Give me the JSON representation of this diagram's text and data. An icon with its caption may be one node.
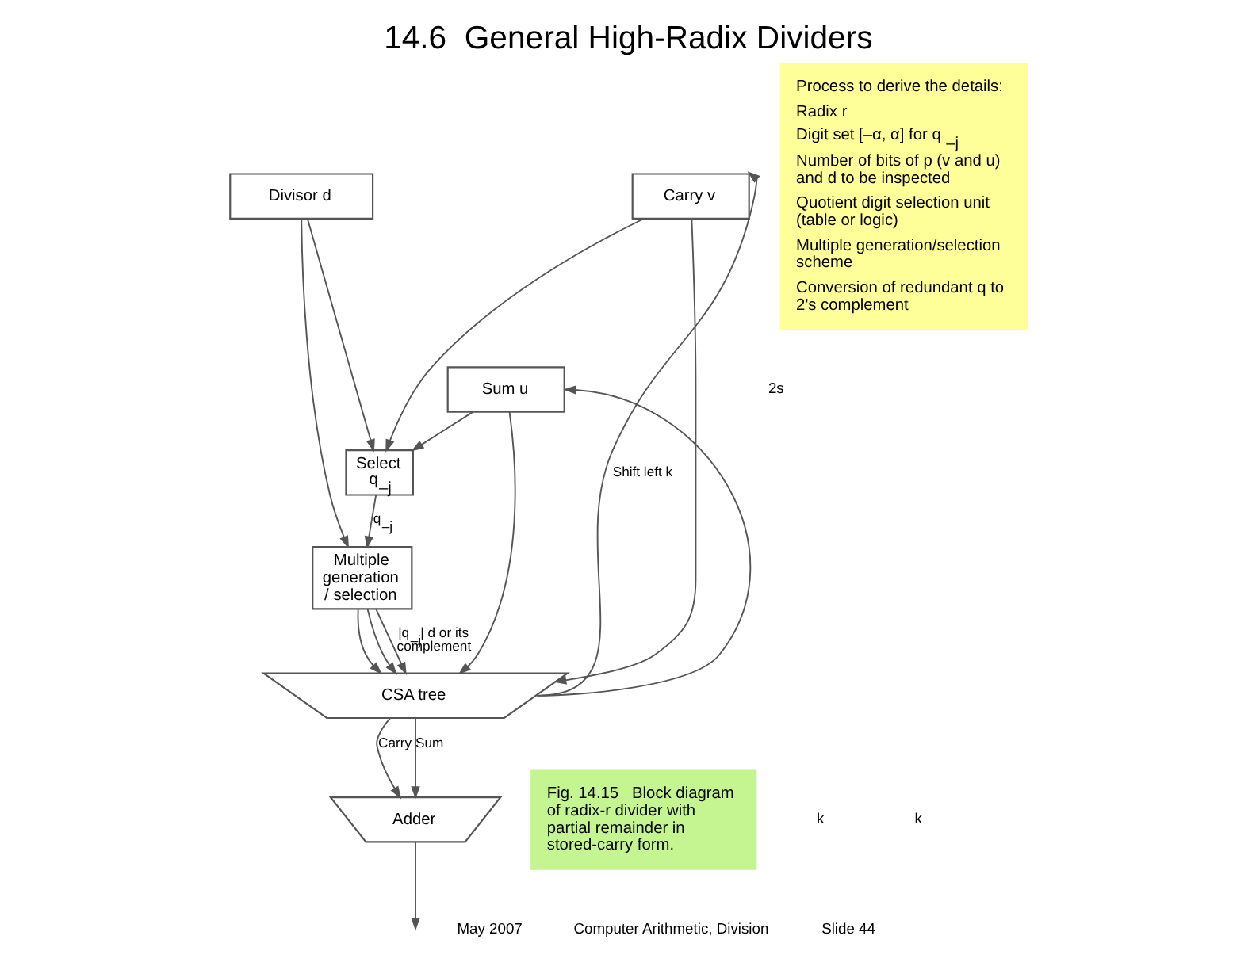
{
  "diagram": {
    "title": "14.6  General High-Radix Dividers",
    "nodes": [
      {
        "text": [
          "Divisor d"
        ]
      },
      {
        "text": [
          "Carry v"
        ]
      },
      {
        "text": [
          "Sum u"
        ]
      },
      {
        "text": [
          "Multiple generation / selection"
        ]
      },
      {
        "text": [
          "Select q$_{–j}$"
        ]
      },
      {
        "text": [
          "CSA tree"
        ]
      },
      {
        "text": [
          "Adder"
        ]
      },
      {
        "text": [
          "Process to derive the details:",
          "Radix r",
          "Digit set [–α, α] for q$_{–j}$",
          "Number of bits of p (v and u) and d to be inspected",
          "Quotient digit selection unit (table or logic)",
          "Multiple generation/selection scheme",
          "Conversion of redundant q to 2's complement"
        ]
      },
      {
        "text": [
          "Fig. 14.15   Block diagram of radix-r divider with partial remainder in stored-carry form."
        ]
      }
    ],
    "edges": [
      {
        "from": 0,
        "to": 3,
        "arrow": "to"
      },
      {
        "from": 0,
        "to": 4,
        "arrow": "to"
      },
      {
        "from": 1,
        "to": 4,
        "arrow": "to"
      },
      {
        "from": 2,
        "to": 4,
        "arrow": "to"
      },
      {
        "from": 4,
        "to": 3,
        "arrow": "to",
        "label": "q$_{–j}$"
      },
      {
        "from": 3,
        "to": 5,
        "arrow": "to"
      },
      {
        "from": 3,
        "to": 5,
        "arrow": "to",
        "label": "|q$_{–j}$| d or its complement"
      },
      {
        "from": 3,
        "to": 5,
        "arrow": "to"
      },
      {
        "from": 1,
        "to": 5,
        "arrow": "to"
      },
      {
        "from": 2,
        "to": 5,
        "arrow": "to"
      },
      {
        "from": 5,
        "to": 6,
        "arrow": "to",
        "label": "Carry"
      },
      {
        "from": 5,
        "to": 6,
        "arrow": "to",
        "label": "Sum"
      },
      {
        "from": 5,
        "to": 1,
        "arrow": "to",
        "label": "Shift left k"
      },
      {
        "from": 5,
        "to": 2,
        "arrow": "to"
      },
      {
        "from": 6,
        "to": null,
        "arrow": "to"
      }
    ],
    "labels": [
      "2s",
      "k",
      "k",
      "May 2007",
      "Computer Arithmetic, Division",
      "Slide 44"
    ]
  }
}
